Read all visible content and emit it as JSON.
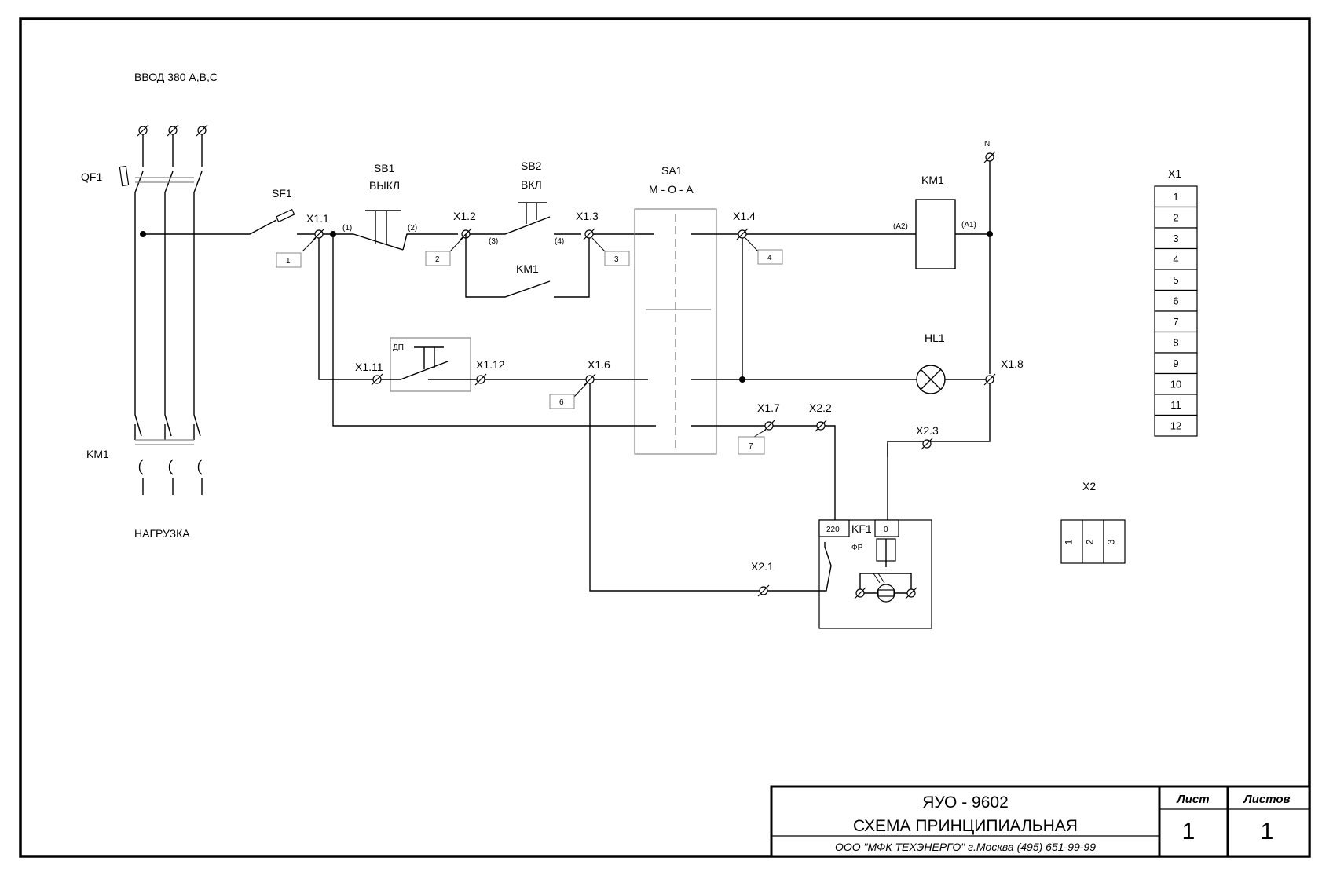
{
  "labels": {
    "input": "ВВОД 380 А,В,С",
    "load": "НАГРУЗКА",
    "qf1": "QF1",
    "km1_main": "KM1",
    "sf1": "SF1",
    "sb1": "SB1",
    "sb1_sub": "ВЫКЛ",
    "sb2": "SB2",
    "sb2_sub": "ВКЛ",
    "sa1": "SA1",
    "sa1_sub": "М - О - А",
    "km1_coil": "KM1",
    "km1_contact": "KM1",
    "neutral": "N",
    "hl1": "HL1",
    "dp": "ДП",
    "fr": "ФР",
    "kf1": "KF1",
    "kf1_220": "220",
    "kf1_0": "0",
    "x1_title": "X1",
    "x2_title": "X2"
  },
  "terminals": {
    "x1_1": "X1.1",
    "x1_2": "X1.2",
    "x1_3": "X1.3",
    "x1_4": "X1.4",
    "x1_6": "X1.6",
    "x1_7": "X1.7",
    "x1_8": "X1.8",
    "x1_11": "X1.11",
    "x1_12": "X1.12",
    "x2_1": "X2.1",
    "x2_2": "X2.2",
    "x2_3": "X2.3"
  },
  "wire_marks": {
    "m1": "1",
    "m2": "2",
    "m3": "3",
    "m4": "4",
    "m6": "6",
    "m7": "7"
  },
  "pins": {
    "p1": "(1)",
    "p2": "(2)",
    "p3": "(3)",
    "p4": "(4)",
    "a1": "(A1)",
    "a2": "(A2)"
  },
  "x1_strip": [
    "1",
    "2",
    "3",
    "4",
    "5",
    "6",
    "7",
    "8",
    "9",
    "10",
    "11",
    "12"
  ],
  "x2_strip": [
    "1",
    "2",
    "3"
  ],
  "title_block": {
    "code": "ЯУО - 9602",
    "name": "СХЕМА ПРИНЦИПИАЛЬНАЯ",
    "company": "ООО \"МФК ТЕХЭНЕРГО\" г.Москва  (495) 651-99-99",
    "sheet_label": "Лист",
    "sheet": "1",
    "sheets_label": "Листов",
    "sheets": "1"
  }
}
